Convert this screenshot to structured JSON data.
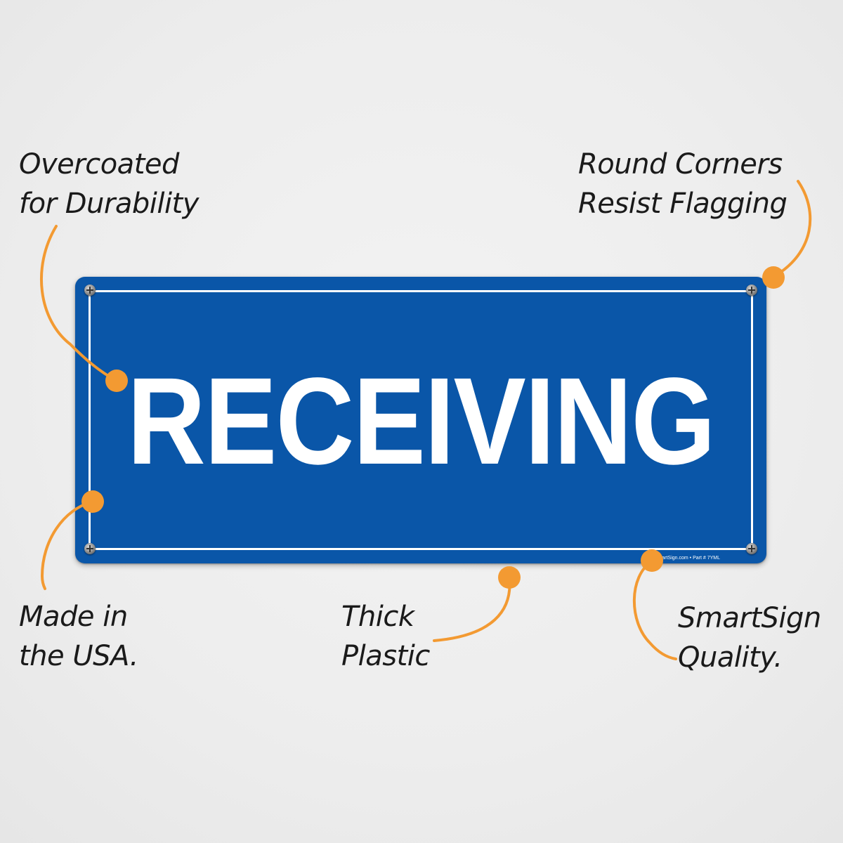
{
  "colors": {
    "background": "#eeeeee",
    "sign_blue": "#0a56a8",
    "sign_text": "#ffffff",
    "callout_orange": "#f39a32",
    "callout_text": "#1a1a1a"
  },
  "sign": {
    "title": "RECEIVING",
    "fine_print": "SmartSign.com • Part # 7YML"
  },
  "callouts": {
    "overcoated": {
      "line1": "Overcoated",
      "line2": "for Durability"
    },
    "round_corners": {
      "line1": "Round Corners",
      "line2": "Resist Flagging"
    },
    "made_in_usa": {
      "line1": "Made in",
      "line2": "the USA."
    },
    "thick_plastic": {
      "line1": "Thick",
      "line2": "Plastic"
    },
    "smartsign_quality": {
      "line1": "SmartSign",
      "line2": "Quality."
    }
  }
}
